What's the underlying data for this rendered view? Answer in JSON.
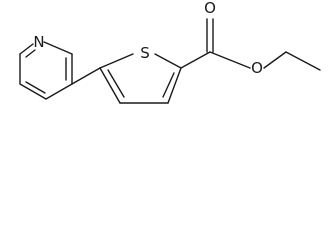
{
  "molecule": {
    "atom_labels": {
      "pyridine_nitrogen": "N",
      "thiophene_sulfur": "S",
      "carbonyl_oxygen": "O",
      "ester_oxygen": "O"
    }
  },
  "colors": {
    "bond": "#1a1a1a",
    "background": "#ffffff"
  }
}
